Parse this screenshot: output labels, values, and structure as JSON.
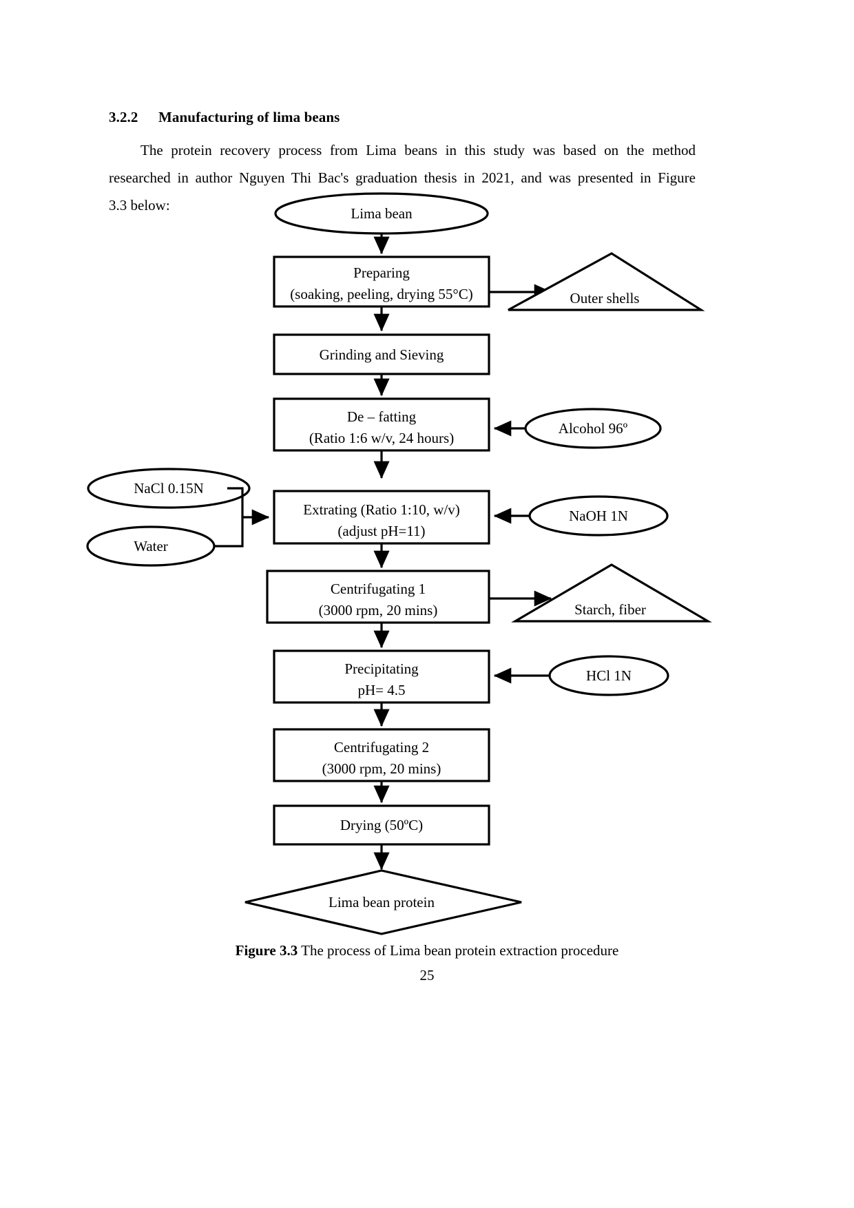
{
  "document": {
    "section_number": "3.2.2",
    "section_title": "Manufacturing of lima beans",
    "paragraph_line1": "The protein recovery process from Lima beans in this study was based on the method",
    "paragraph_line2": "researched in author Nguyen Thi Bac's graduation thesis in 2021, and was presented in Figure",
    "paragraph_line3": "3.3 below:",
    "figure_caption_label": "Figure 3.3",
    "figure_caption_text": "The process of Lima bean protein extraction procedure",
    "page_number": "25"
  },
  "flowchart": {
    "title": "The process of Lima bean protein extraction procedure",
    "shapes": {
      "start_oval": "Lima bean",
      "step_preparing_line1": "Preparing",
      "step_preparing_line2": "(soaking, peeling, drying 55°C)",
      "waste_outer_shells": "Outer shells",
      "step_grinding": "Grinding and Sieving",
      "step_defatting_line1": "De – fatting",
      "step_defatting_line2": "(Ratio 1:6 w/v, 24 hours)",
      "input_alcohol": "Alcohol 96º",
      "input_nacl": "NaCl 0.15N",
      "input_water": "Water",
      "step_extrating_line1": "Extrating (Ratio 1:10, w/v)",
      "step_extrating_line2": "(adjust pH=11)",
      "input_naoh": "NaOH 1N",
      "step_centrifugating1_line1": "Centrifugating 1",
      "step_centrifugating1_line2": "(3000 rpm, 20 mins)",
      "waste_starch_fiber": "Starch, fiber",
      "step_precipitating_line1": "Precipitating",
      "step_precipitating_line2": "pH= 4.5",
      "input_hcl": "HCl 1N",
      "step_centrifugating2_line1": "Centrifugating 2",
      "step_centrifugating2_line2": "(3000 rpm, 20 mins)",
      "step_drying": "Drying (50ºC)",
      "end_diamond": "Lima bean protein"
    },
    "colors": {
      "stroke": "#000000",
      "fill": "#ffffff",
      "text": "#000000"
    }
  }
}
